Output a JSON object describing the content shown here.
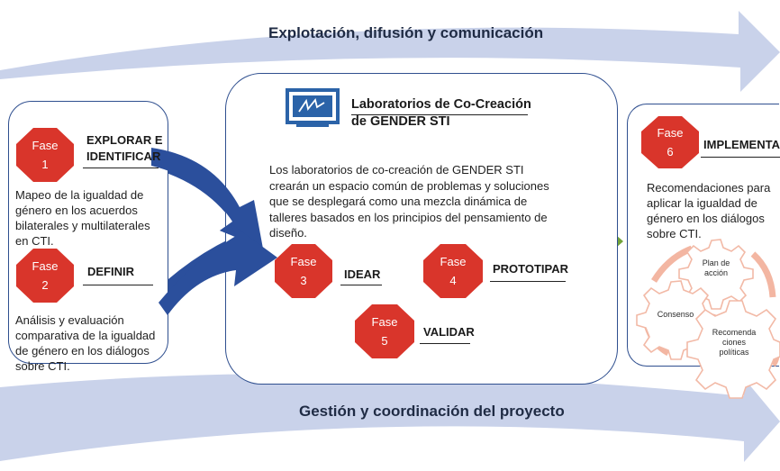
{
  "banners": {
    "top": "Explotación, difusión y comunicación",
    "bottom": "Gestión y coordinación del proyecto"
  },
  "lab": {
    "title_line1": "Laboratorios de Co-Creación",
    "title_line2": "de GENDER STI",
    "description": "Los laboratorios de co-creación de GENDER STI crearán un espacio común de problemas y soluciones que se desplegará como una mezcla dinámica de talleres basados en los principios del pensamiento de diseño.",
    "icon": "whiteboard-icon"
  },
  "phases": [
    {
      "badge": "Fase\n1",
      "label": "EXPLORAR E\nIDENTIFICAR",
      "description": "Mapeo de la igualdad de género en los acuerdos bilaterales y multilaterales en CTI."
    },
    {
      "badge": "Fase\n2",
      "label": "DEFINIR",
      "description": "Análisis y evaluación comparativa de la igualdad de género en los diálogos sobre CTI."
    },
    {
      "badge": "Fase\n3",
      "label": "IDEAR"
    },
    {
      "badge": "Fase\n4",
      "label": "PROTOTIPAR"
    },
    {
      "badge": "Fase\n5",
      "label": "VALIDAR"
    },
    {
      "badge": "Fase\n6",
      "label": "IMPLEMENTAR",
      "description": "Recomendaciones para aplicar la igualdad de género en los diálogos sobre CTI."
    }
  ],
  "cycle": [
    "Plan de\nacción",
    "Consenso",
    "Recomenda\nciones\npolíticas"
  ],
  "colors": {
    "banner_arrow": "#c9d2ea",
    "panel_border": "#2f4f8f",
    "octagon": "#d9352b",
    "blue_arrow": "#2b4f9c",
    "green_arrow": "#72a33a",
    "gear_outline": "#f2b9a6",
    "cycle_arrow": "#f3b6a2"
  }
}
